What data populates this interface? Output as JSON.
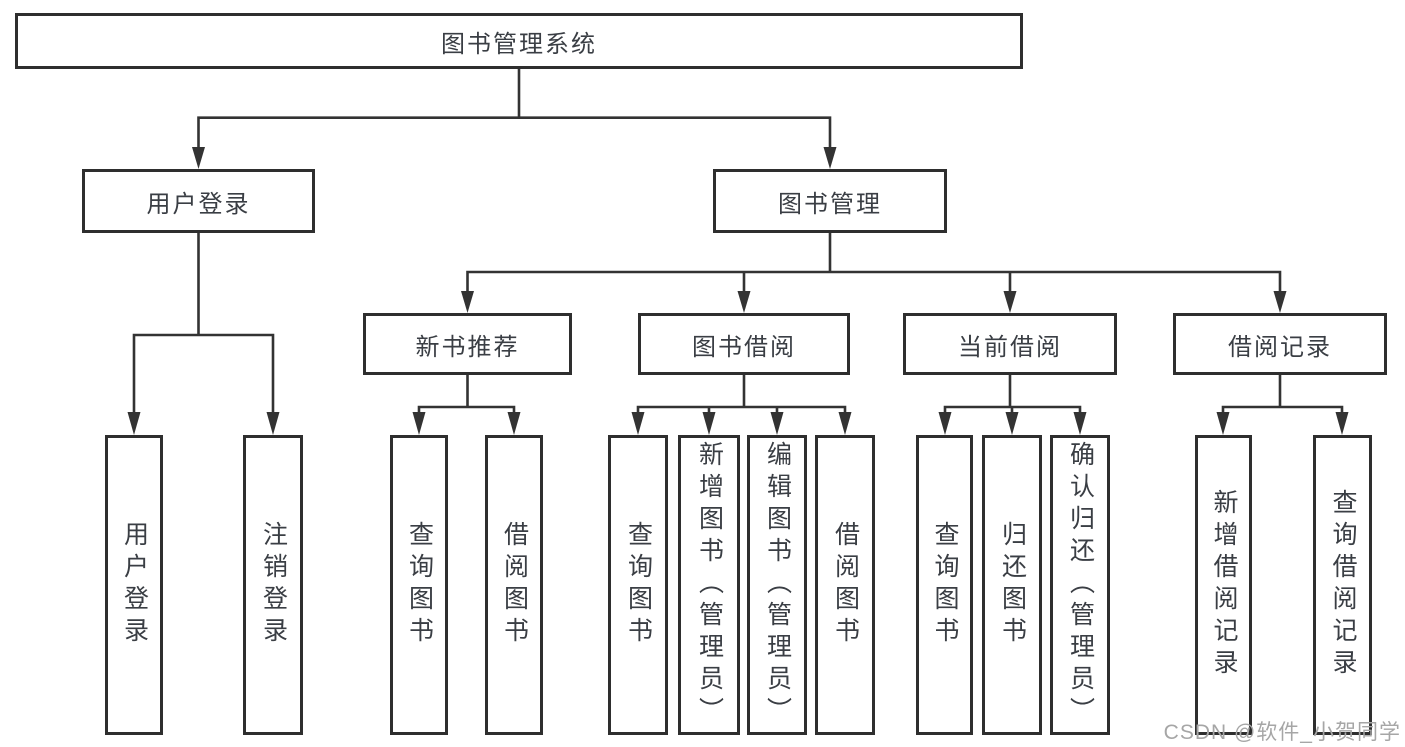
{
  "diagram": {
    "title_node": "图书管理系统",
    "tree": {
      "root": "图书管理系统",
      "branches": [
        {
          "label": "用户登录",
          "children": [
            "用户登录",
            "注销登录"
          ]
        },
        {
          "label": "图书管理",
          "children": [
            {
              "label": "新书推荐",
              "children": [
                "查询图书",
                "借阅图书"
              ]
            },
            {
              "label": "图书借阅",
              "children": [
                "查询图书",
                "新增图书（管理员）",
                "编辑图书（管理员）",
                "借阅图书"
              ]
            },
            {
              "label": "当前借阅",
              "children": [
                "查询图书",
                "归还图书",
                "确认归还（管理员）"
              ]
            },
            {
              "label": "借阅记录",
              "children": [
                "新增借阅记录",
                "查询借阅记录"
              ]
            }
          ]
        }
      ]
    },
    "colors": {
      "line": "#333333",
      "box_border": "#2e2e2e",
      "text": "#3a3e44",
      "watermark": "#a6a6a6",
      "background": "#ffffff"
    },
    "watermark": "CSDN @软件_小贺同学"
  }
}
